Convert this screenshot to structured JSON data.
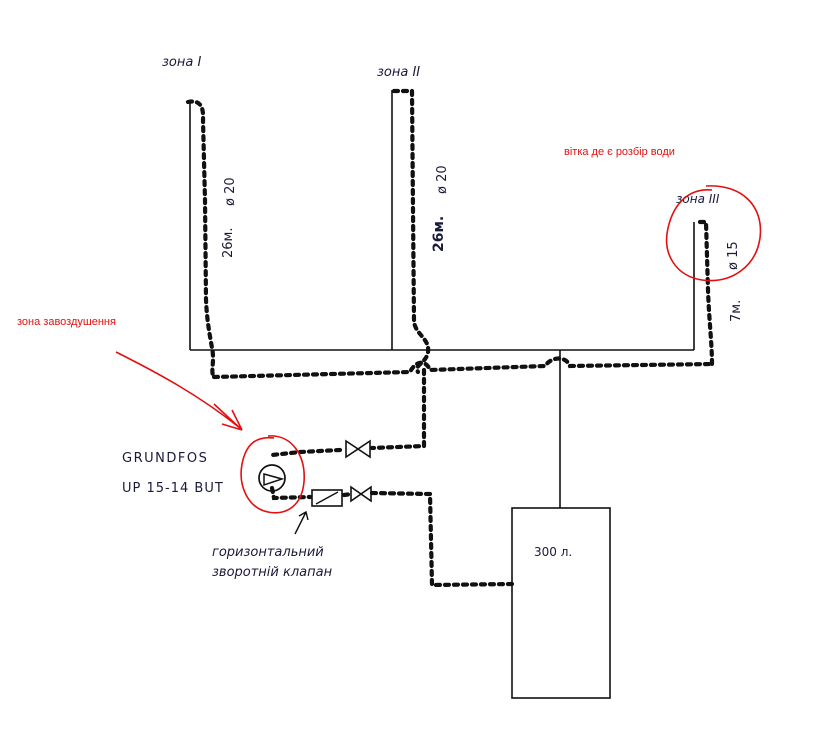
{
  "zones": [
    {
      "label": "зона I"
    },
    {
      "label": "зона II"
    },
    {
      "label": "зона III"
    }
  ],
  "pipes": [
    {
      "length": "26м.",
      "diameter": "ø 20"
    },
    {
      "length": "26м.",
      "diameter": "ø 20"
    },
    {
      "length": "7м.",
      "diameter": "ø 15"
    }
  ],
  "annotations": {
    "branch": "вітка де є розбір води",
    "air_zone": "зона завоздушення"
  },
  "pump": {
    "line1": "GRUNDFOS",
    "line2": "UP 15-14 BUT"
  },
  "valve_label": {
    "line1": "горизонтальний",
    "line2": "зворотній клапан"
  },
  "tank": {
    "label": "300 л."
  },
  "colors": {
    "ink": "#111111",
    "red": "#e21010"
  }
}
